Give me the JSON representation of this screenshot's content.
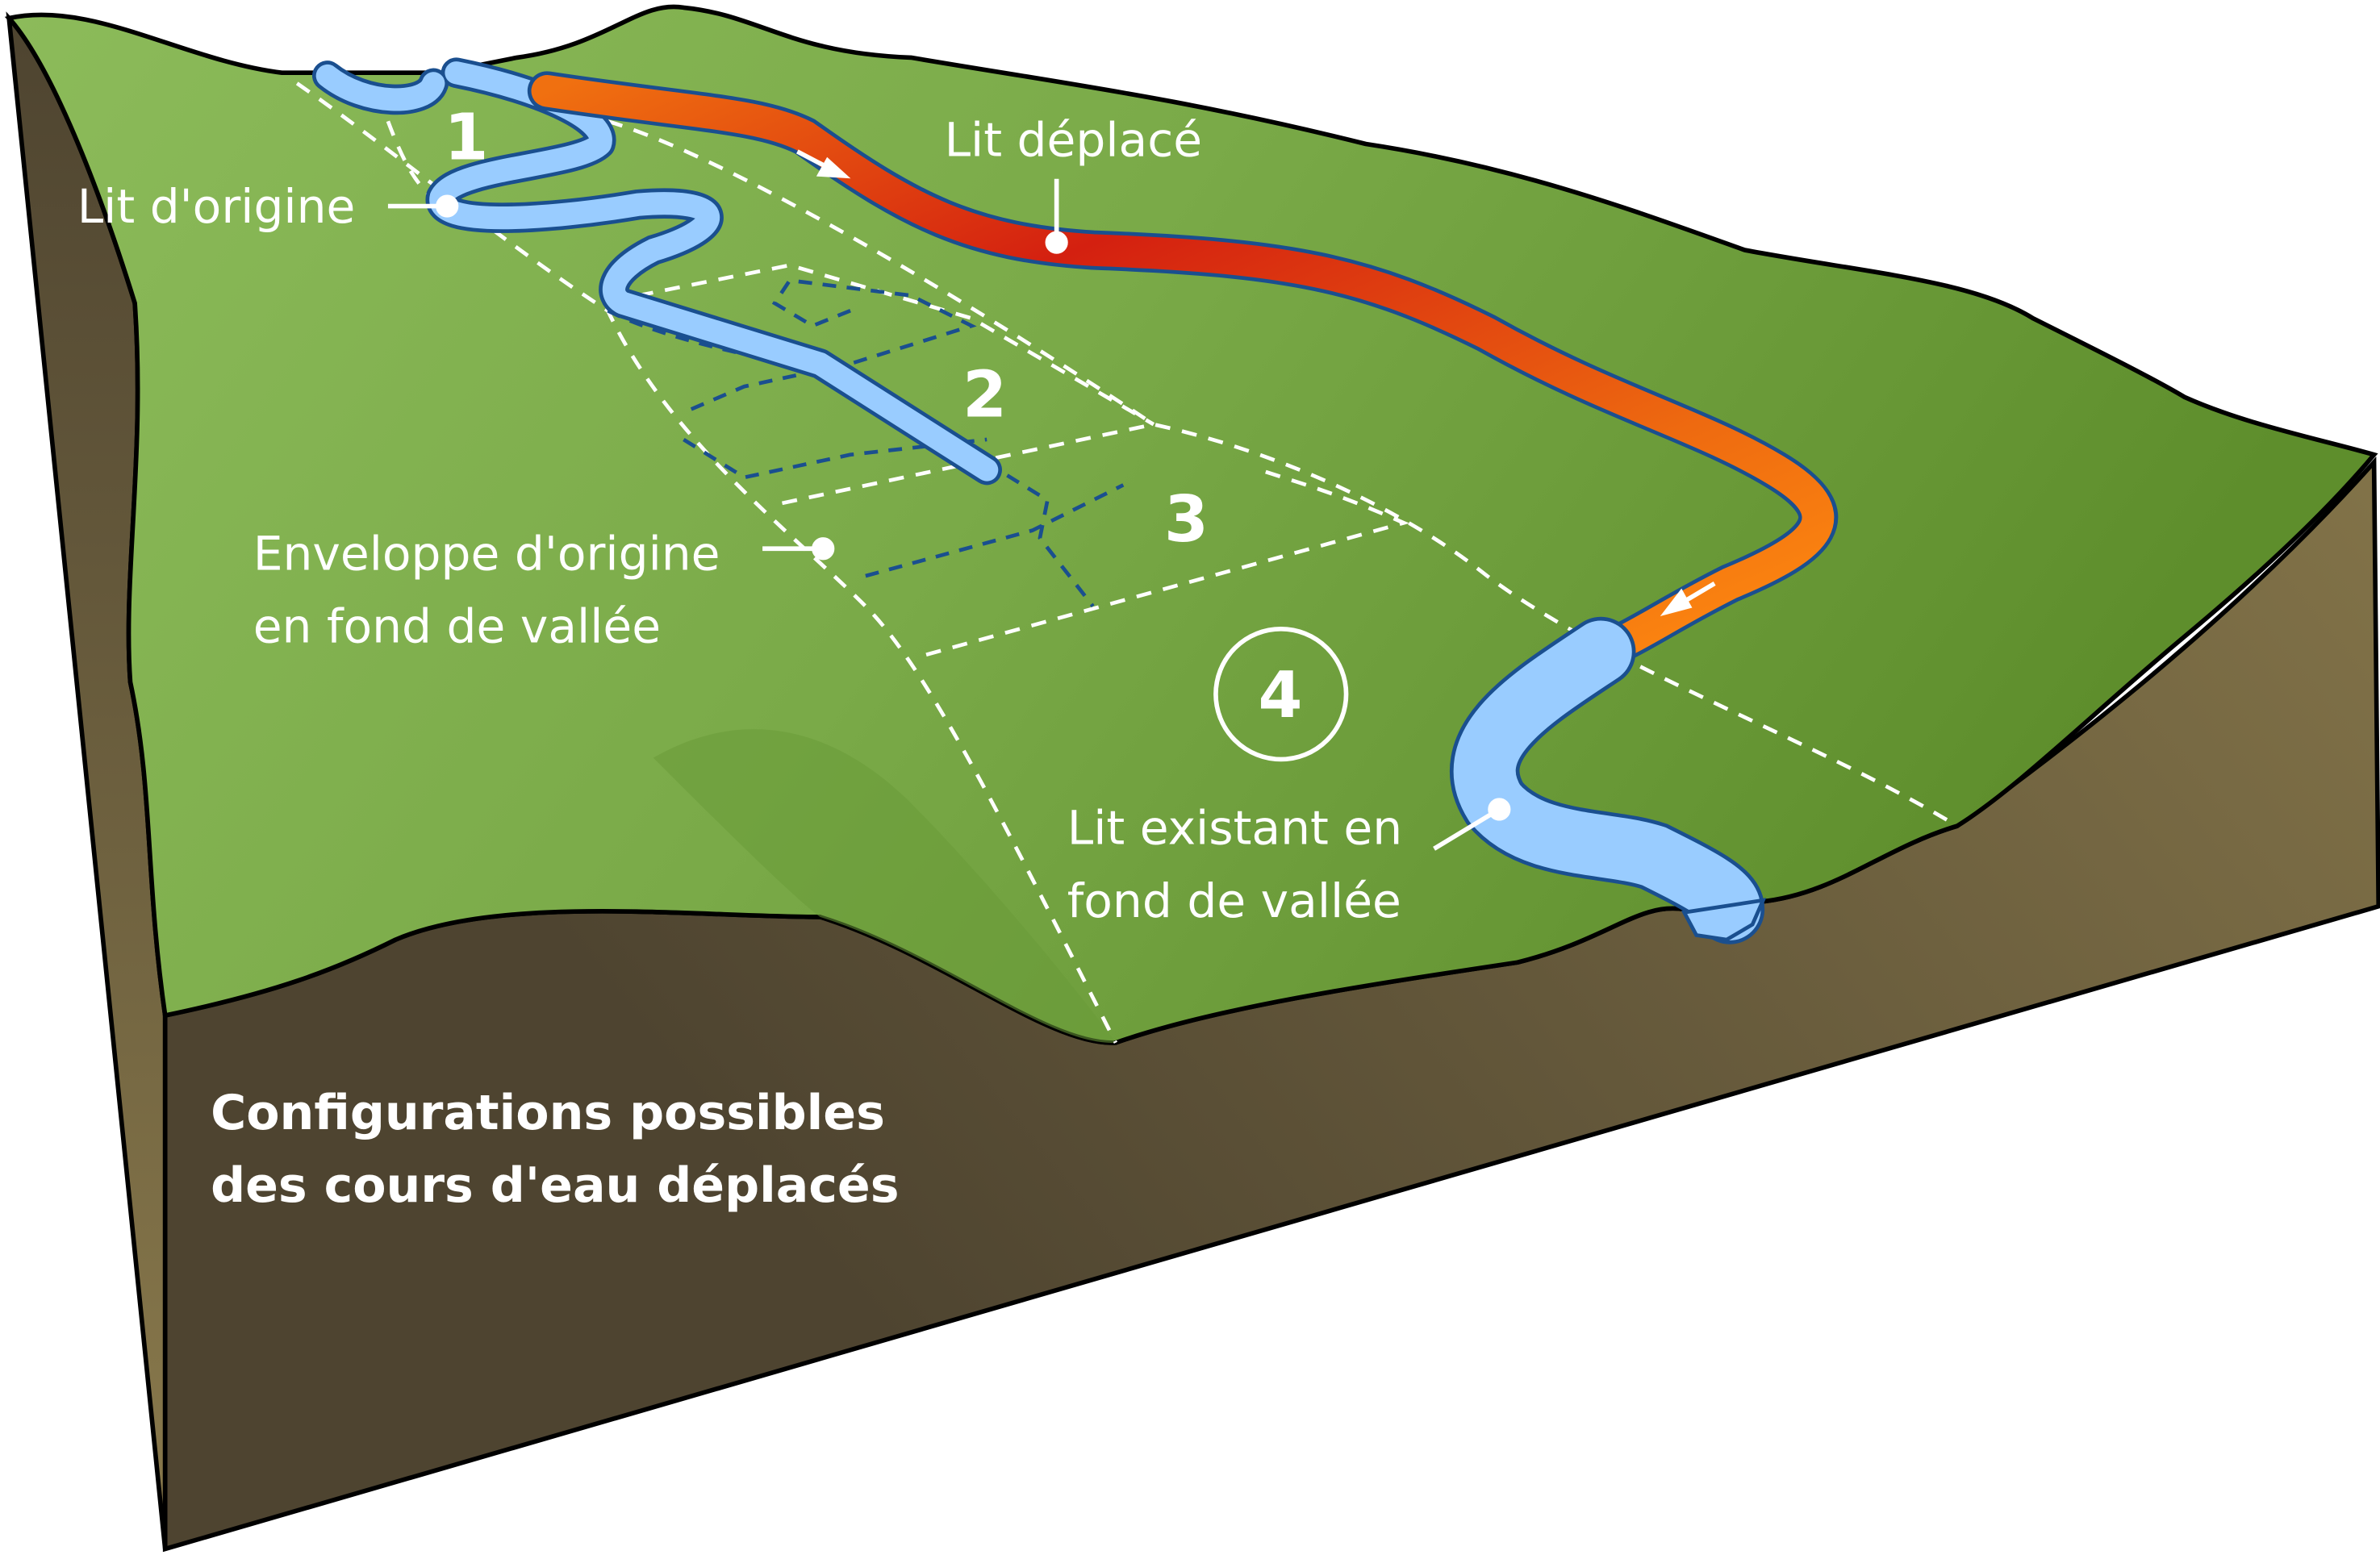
{
  "title": {
    "line1": "Configurations possibles",
    "line2": "des cours d'eau déplacés"
  },
  "labels": {
    "lit_origine": "Lit d'origine",
    "lit_deplace": "Lit déplacé",
    "enveloppe_line1": "Enveloppe d'origine",
    "enveloppe_line2": "en fond de vallée",
    "lit_existant_line1": "Lit existant en",
    "lit_existant_line2": "fond de vallée"
  },
  "zones": [
    "1",
    "2",
    "3",
    "4"
  ],
  "colors": {
    "grass_light": "#8cbb5a",
    "grass_dark": "#5e8e2c",
    "soil_dark": "#4e4430",
    "soil_light": "#8a7a4c",
    "water": "#99ccff",
    "water_outline": "#1a4f8f",
    "diverted_start": "#d42010",
    "diverted_end": "#ff8c10"
  }
}
